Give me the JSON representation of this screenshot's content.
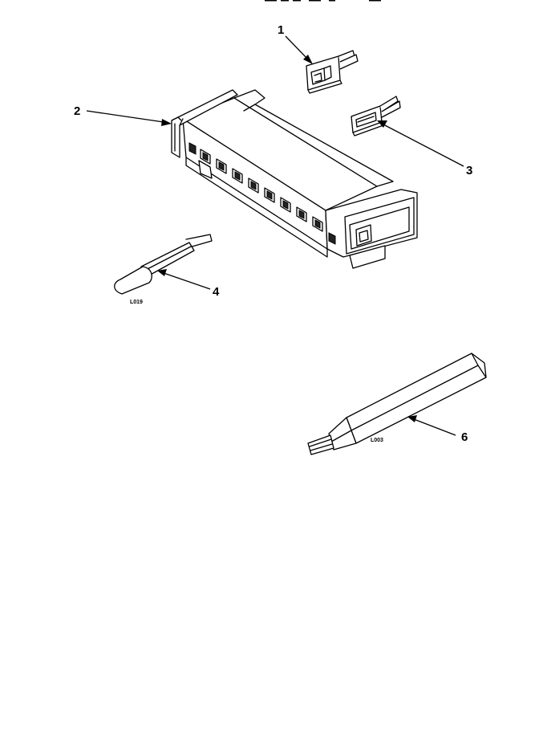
{
  "diagram": {
    "top_text": "",
    "callouts": [
      {
        "id": "1",
        "label": "1"
      },
      {
        "id": "2",
        "label": "2"
      },
      {
        "id": "3",
        "label": "3"
      },
      {
        "id": "4",
        "label": "4"
      },
      {
        "id": "6",
        "label": "6"
      }
    ],
    "part_codes": {
      "probe_small": "L019",
      "probe_large": "L003"
    }
  }
}
